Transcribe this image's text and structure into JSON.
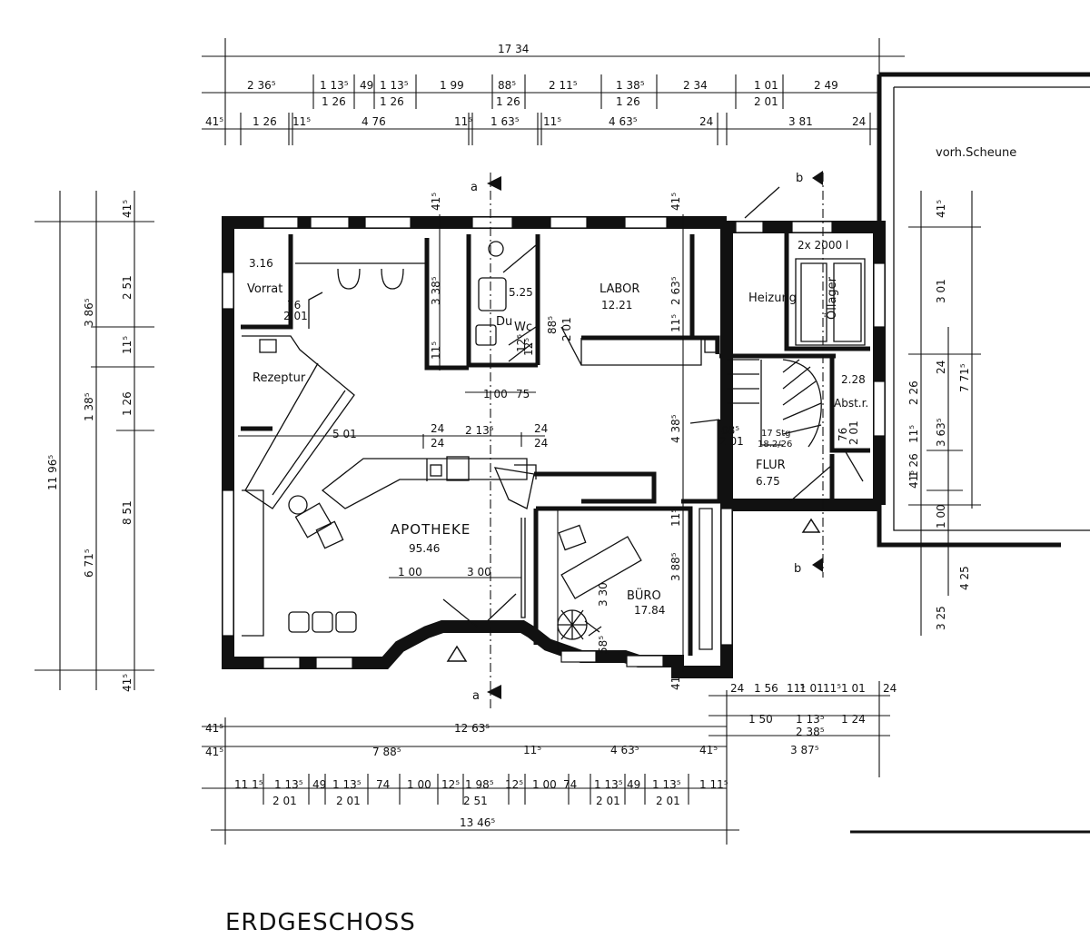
{
  "title": "ERDGESCHOSS",
  "annex": {
    "label": "vorh.Scheune"
  },
  "rooms": [
    {
      "id": "apotheke",
      "name": "APOTHEKE",
      "area": "95.46"
    },
    {
      "id": "labor",
      "name": "LABOR",
      "area": "12.21"
    },
    {
      "id": "buero",
      "name": "BÜRO",
      "area": "17.84"
    },
    {
      "id": "flur",
      "name": "FLUR",
      "area": "6.75"
    },
    {
      "id": "vorrat",
      "name": "Vorrat",
      "area": "3.16"
    },
    {
      "id": "rezeptur",
      "name": "Rezeptur",
      "area": ""
    },
    {
      "id": "heizung",
      "name": "Heizung",
      "area": ""
    },
    {
      "id": "oellager",
      "name": "Öllager",
      "area": ""
    },
    {
      "id": "abstr",
      "name": "Abst.r.",
      "area": "2.28"
    },
    {
      "id": "duwc",
      "name": "Du",
      "name2": "Wc",
      "area": "5.25"
    }
  ],
  "tank": "2x 2000 l",
  "stairs": {
    "line1": "17 Stg",
    "line2": "18.2/26"
  },
  "sections": {
    "a": "a",
    "b": "b"
  },
  "dims": {
    "top_total": "17 34",
    "top_row2": [
      "2 36⁵",
      "1 13⁵",
      "49",
      "1 13⁵",
      "1 99",
      "88⁵",
      "2 11⁵",
      "1 38⁵",
      "2 34",
      "1 01",
      "2 49"
    ],
    "top_row2_sub": [
      "1 26",
      "1 26",
      "1 26",
      "1 26",
      "2 01"
    ],
    "top_row3": [
      "41⁵",
      "1 26",
      "11⁵",
      "4 76",
      "11⁵",
      "1 63⁵",
      "11⁵",
      "4 63⁵",
      "24",
      "3 81",
      "24"
    ],
    "left_total": "11 96⁵",
    "left_a": [
      "3 86⁵",
      "1 38⁵",
      "6 71⁵"
    ],
    "left_b": [
      "41⁵",
      "2 51",
      "11⁵",
      "1 26",
      "8 51",
      "41⁵"
    ],
    "right_total": "7 71⁵",
    "right_a": [
      "41⁵",
      "3 01",
      "24",
      "3 63⁵",
      "1 00"
    ],
    "right_b": [
      "2 26",
      "11⁵",
      "1 26",
      "41⁵"
    ],
    "right_c": [
      "4 25",
      "3 25"
    ],
    "bottom_total": "13 46⁵",
    "bottom_r1": [
      "41⁵",
      "12 63⁵"
    ],
    "bottom_r2": [
      "41⁵",
      "7 88⁵",
      "11⁵",
      "4 63⁵",
      "41⁵"
    ],
    "bottom_r3": [
      "11 1⁵",
      "1 13⁵",
      "49",
      "1 13⁵",
      "74",
      "1 00",
      "12⁵",
      "1 98⁵",
      "12⁵",
      "1 00",
      "74",
      "1 13⁵",
      "49",
      "1 13⁵",
      "1 11⁵"
    ],
    "bottom_r3_sub": [
      "2 01",
      "2 01",
      "2 51",
      "2 01",
      "2 01"
    ],
    "br_r1": [
      "24",
      "1 56",
      "11⁵",
      "1 01",
      "11⁵",
      "1 01",
      "24"
    ],
    "br_r2": [
      "1 50",
      "1 13⁵",
      "1 24"
    ],
    "br_r2_sub": "2 38⁵",
    "br_r3": "3 87⁵",
    "interior": [
      "5 01",
      "24",
      "2 13⁵",
      "24",
      "24",
      "24",
      "1 00",
      "75",
      "1 00",
      "3 00",
      "3 38⁵",
      "41⁵",
      "11⁵",
      "2 63⁵",
      "41⁵",
      "11⁵",
      "4 38⁵",
      "11⁵",
      "3 88⁵",
      "3 30",
      "58⁵",
      "41⁵",
      "76",
      "2 01",
      "88⁵",
      "2 01",
      "88⁵",
      "2 01",
      "76",
      "2 01",
      "12⁵",
      "12⁵"
    ]
  }
}
